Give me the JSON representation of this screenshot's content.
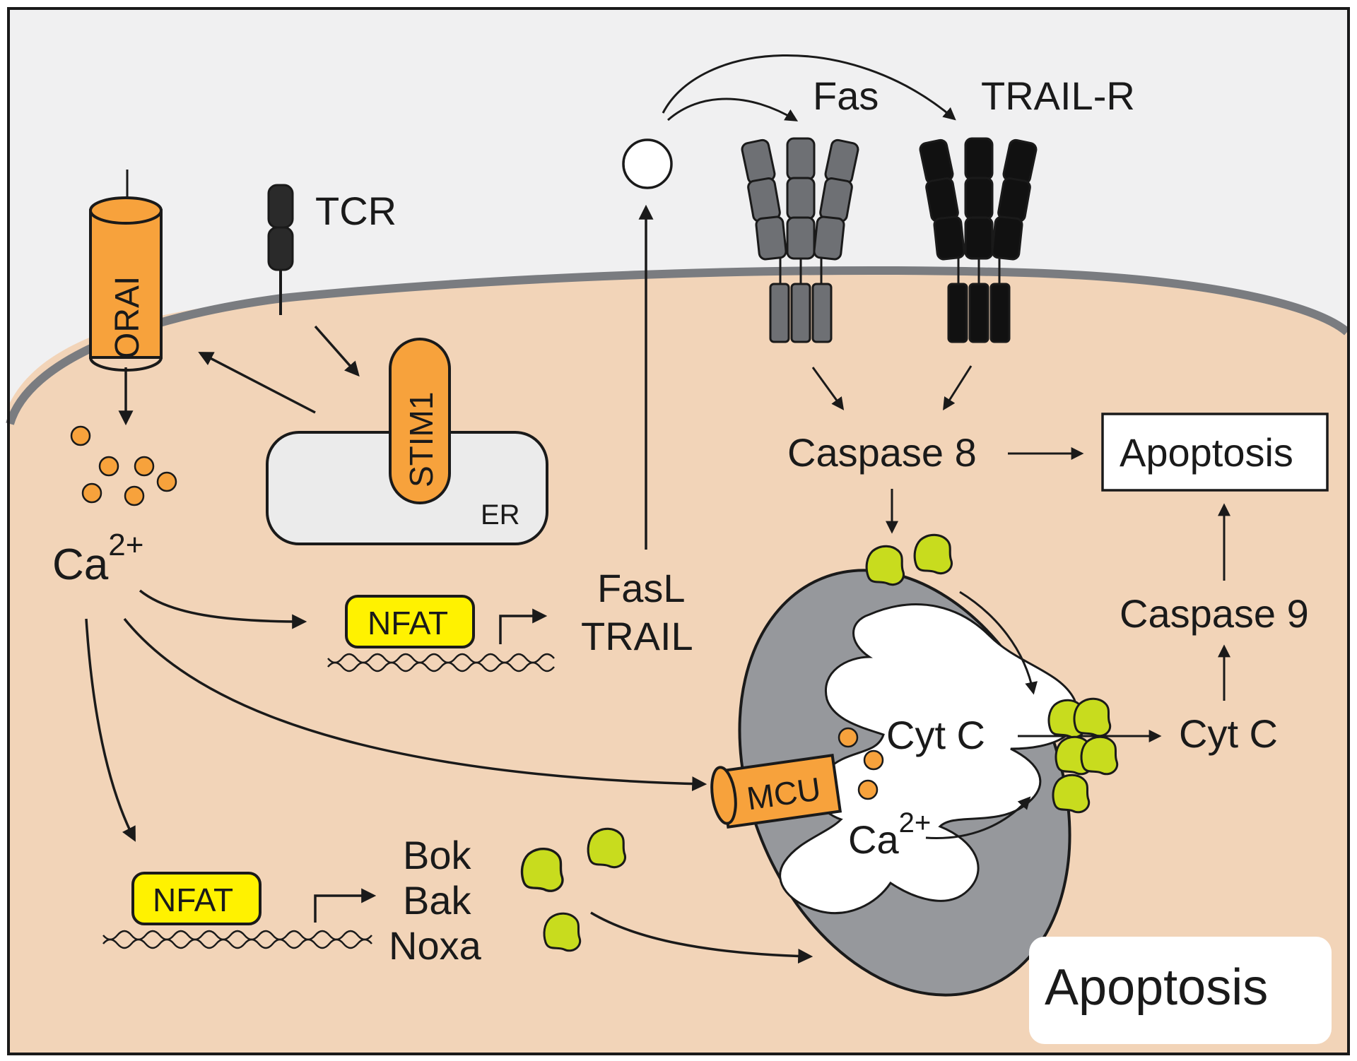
{
  "labels": {
    "tcr": "TCR",
    "fas": "Fas",
    "trail_r": "TRAIL-R",
    "orai": "ORAI",
    "stim1": "STIM1",
    "er": "ER",
    "ca_base": "Ca",
    "ca_sup": "2+",
    "nfat_upper": "NFAT",
    "fasl": "FasL",
    "trail": "TRAIL",
    "caspase8": "Caspase 8",
    "apoptosis_box": "Apoptosis",
    "caspase9": "Caspase 9",
    "cytc_outside": "Cyt C",
    "cytc_inside": "Cyt C",
    "mcu": "MCU",
    "ca_mito_base": "Ca",
    "ca_mito_sup": "2+",
    "nfat_lower": "NFAT",
    "bok": "Bok",
    "bak": "Bak",
    "noxa": "Noxa",
    "apoptosis_corner": "Apoptosis"
  },
  "colors": {
    "cytoplasm": "#f2d4b8",
    "membrane": "#7a7c80",
    "orange_protein": "#f7a23c",
    "nfat_yellow": "#fff200",
    "bcl2_green": "#c8dc1e",
    "fas_gray": "#6e7074",
    "trail_black": "#111111",
    "mito_outer": "#96989c",
    "er_fill": "#ebebeb"
  }
}
